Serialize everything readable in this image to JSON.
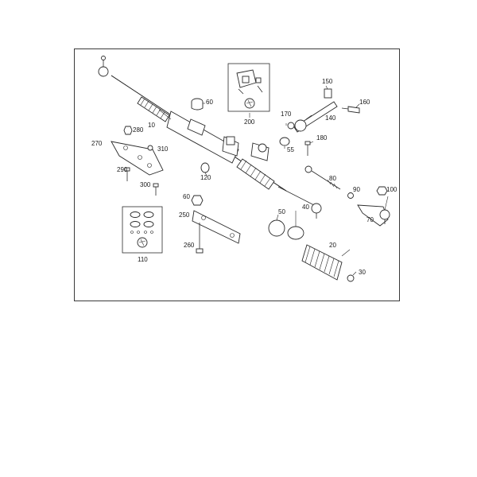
{
  "callouts": {
    "c10": "10",
    "c20": "20",
    "c30": "30",
    "c40": "40",
    "c50": "50",
    "c55": "55",
    "c60a": "60",
    "c60b": "60",
    "c70": "70",
    "c80": "80",
    "c90": "90",
    "c100": "100",
    "c110": "110",
    "c120": "120",
    "c140": "140",
    "c150": "150",
    "c160": "160",
    "c170": "170",
    "c180": "180",
    "c200": "200",
    "c250": "250",
    "c260": "260",
    "c270": "270",
    "c280": "280",
    "c290": "290",
    "c300": "300",
    "c310": "310"
  }
}
